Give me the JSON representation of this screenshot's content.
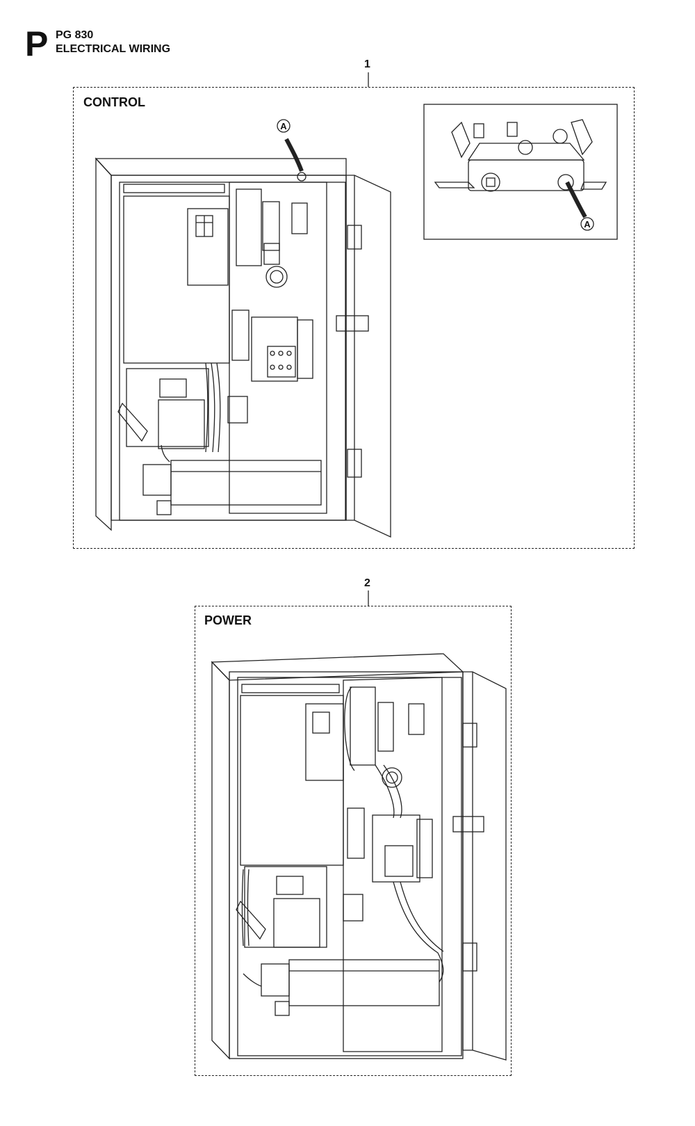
{
  "header": {
    "section_letter": "P",
    "model": "PG 830",
    "title": "ELECTRICAL WIRING"
  },
  "items": [
    {
      "number": "1",
      "label": "CONTROL"
    },
    {
      "number": "2",
      "label": "POWER"
    }
  ],
  "callout_letter": "A",
  "colors": {
    "line": "#222222",
    "background": "#ffffff"
  }
}
